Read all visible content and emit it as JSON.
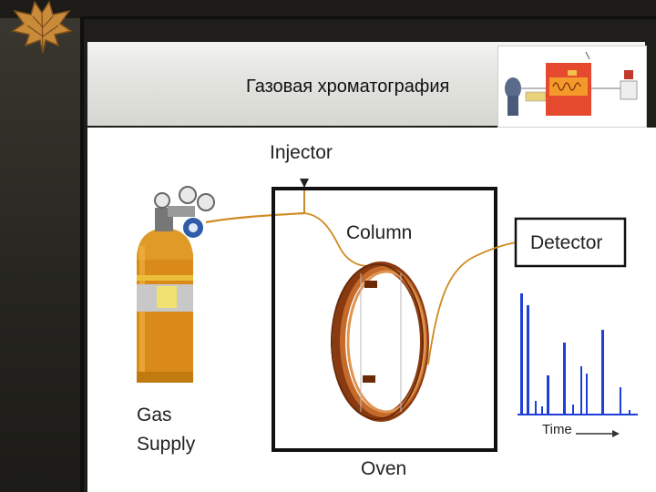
{
  "slide": {
    "title": "Газовая хроматография"
  },
  "diagram": {
    "labels": {
      "injector": "Injector",
      "column": "Column",
      "detector": "Detector",
      "gas_line1": "Gas",
      "gas_line2": "Supply",
      "oven": "Oven",
      "time": "Time"
    }
  },
  "colors": {
    "cylinder": "#d98a18",
    "tubing": "#d08a20",
    "coil": "#b45a1e",
    "peaks": "#1f3fd6",
    "frame": "#111111"
  },
  "icons": {
    "corner_decoration": "maple-leaf-icon",
    "thumbnail": "gc-schematic-thumbnail",
    "regulator": "pressure-gauge-icon"
  }
}
